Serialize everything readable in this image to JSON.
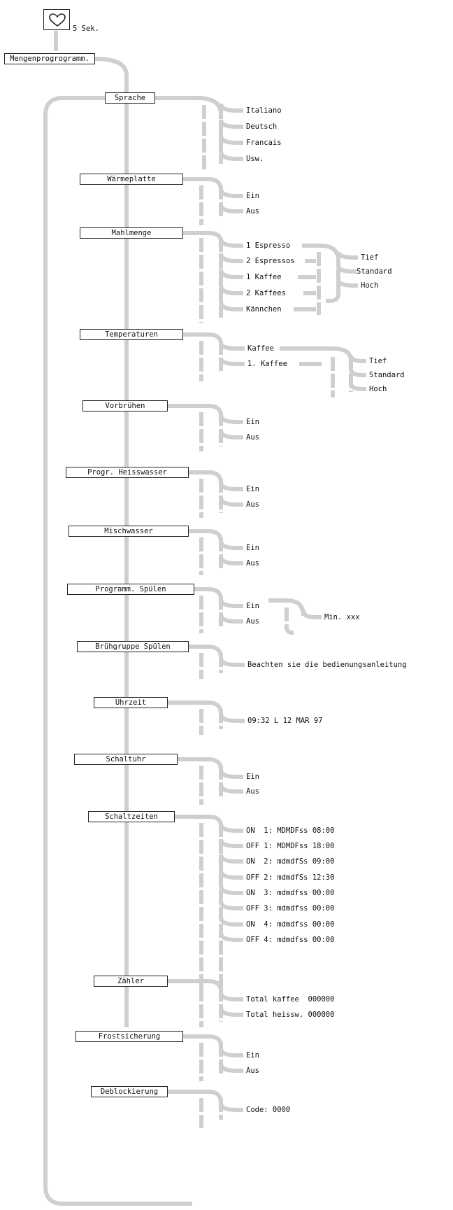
{
  "start": {
    "icon": "heart-icon",
    "duration": "5 Sek."
  },
  "root": {
    "label": "Mengenprogrogramm."
  },
  "sections": {
    "sprache": {
      "label": "Sprache",
      "options": [
        "Italiano",
        "Deutsch",
        "Francais",
        "Usw."
      ]
    },
    "waermeplatte": {
      "label": "Wärmeplatte",
      "options": [
        "Ein",
        "Aus"
      ]
    },
    "mahlmenge": {
      "label": "Mahlmenge",
      "options": [
        "1 Espresso",
        "2 Espressos",
        "1 Kaffee",
        "2 Kaffees",
        "Kännchen"
      ],
      "levels": [
        "Tief",
        "Standard",
        "Hoch"
      ]
    },
    "temperaturen": {
      "label": "Temperaturen",
      "options": [
        "Kaffee",
        "1. Kaffee"
      ],
      "levels": [
        "Tief",
        "Standard",
        "Hoch"
      ]
    },
    "vorbruehen": {
      "label": "Vorbrühen",
      "options": [
        "Ein",
        "Aus"
      ]
    },
    "heisswasser": {
      "label": "Progr. Heisswasser",
      "options": [
        "Ein",
        "Aus"
      ]
    },
    "mischwasser": {
      "label": "Mischwasser",
      "options": [
        "Ein",
        "Aus"
      ]
    },
    "spuelen": {
      "label": "Programm. Spülen",
      "options": [
        "Ein",
        "Aus"
      ],
      "extra": "Min. xxx"
    },
    "bruehgruppe": {
      "label": "Brühgruppe Spülen",
      "note": "Beachten sie die bedienungsanleitung"
    },
    "uhrzeit": {
      "label": "Uhrzeit",
      "value": "09:32 L 12 MAR 97"
    },
    "schaltuhr": {
      "label": "Schaltuhr",
      "options": [
        "Ein",
        "Aus"
      ]
    },
    "schaltzeiten": {
      "label": "Schaltzeiten",
      "entries": [
        "ON  1: MDMDFss 08:00",
        "OFF 1: MDMDFss 18:00",
        "ON  2: mdmdfSs 09:00",
        "OFF 2: mdmdfSs 12:30",
        "ON  3: mdmdfss 00:00",
        "OFF 3: mdmdfss 00:00",
        "ON  4: mdmdfss 00:00",
        "OFF 4: mdmdfss 00:00"
      ]
    },
    "zaehler": {
      "label": "Zähler",
      "entries": [
        "Total kaffee  000000",
        "Total heissw. 000000"
      ]
    },
    "frostsicherung": {
      "label": "Frostsicherung",
      "options": [
        "Ein",
        "Aus"
      ]
    },
    "deblockierung": {
      "label": "Deblockierung",
      "value": "Code: 0000"
    }
  },
  "colors": {
    "connector": "#cfcfcf",
    "border": "#222222",
    "text": "#111111"
  }
}
